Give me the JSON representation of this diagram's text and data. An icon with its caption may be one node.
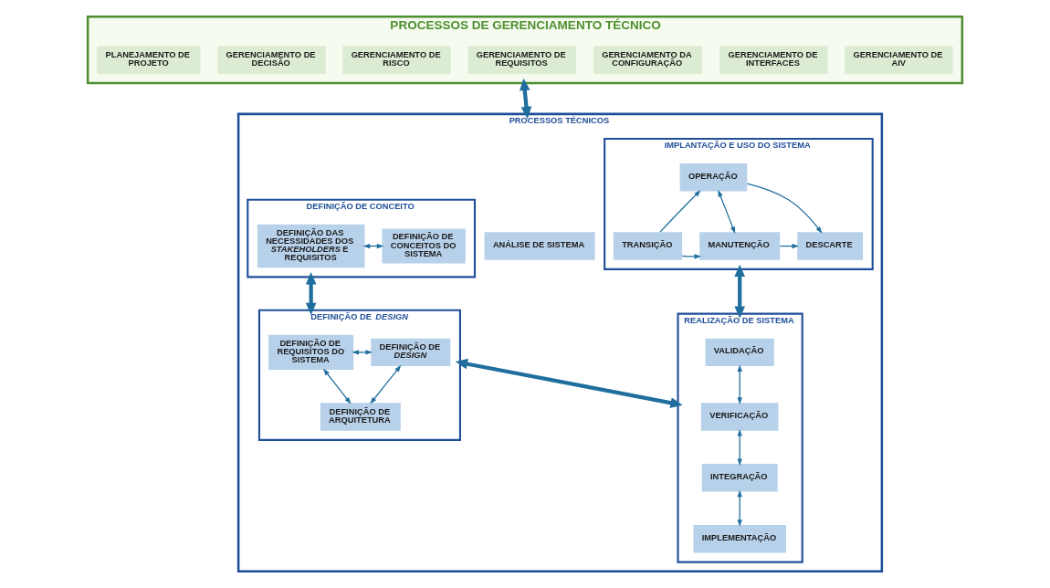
{
  "diagram": {
    "nodes": [
      {
        "text": [
          "PROCESSOS DE GERENCIAMENTO TÉCNICO"
        ]
      },
      {
        "text": [
          "PLANEJAMENTO DE PROJETO"
        ],
        "in": 0
      },
      {
        "text": [
          "GERENCIAMENTO DE DECISÃO"
        ],
        "in": 0
      },
      {
        "text": [
          "GERENCIAMENTO DE RISCO"
        ],
        "in": 0
      },
      {
        "text": [
          "GERENCIAMENTO DE REQUISITOS"
        ],
        "in": 0
      },
      {
        "text": [
          "GERENCIAMENTO DA CONFIGURAÇÃO"
        ],
        "in": 0
      },
      {
        "text": [
          "GERENCIAMENTO DE INTERFACES"
        ],
        "in": 0
      },
      {
        "text": [
          "GERENCIAMENTO DE AIV"
        ],
        "in": 0
      },
      {
        "text": [
          "PROCESSOS TÉCNICOS"
        ]
      },
      {
        "text": [
          "DEFINIÇÃO DE CONCEITO"
        ],
        "in": 8
      },
      {
        "text": [
          "DEFINIÇÃO DAS NECESSIDADES DOS *STAKEHOLDERS* E REQUISITOS"
        ],
        "in": 9
      },
      {
        "text": [
          "DEFINIÇÃO DE CONCEITOS DO SISTEMA"
        ],
        "in": 9
      },
      {
        "text": [
          "ANÁLISE DE SISTEMA"
        ],
        "in": 8
      },
      {
        "text": [
          "IMPLANTAÇÃO E USO DO SISTEMA"
        ],
        "in": 8
      },
      {
        "text": [
          "TRANSIÇÃO"
        ],
        "in": 13
      },
      {
        "text": [
          "OPERAÇÃO"
        ],
        "in": 13
      },
      {
        "text": [
          "MANUTENÇÃO"
        ],
        "in": 13
      },
      {
        "text": [
          "DESCARTE"
        ],
        "in": 13
      },
      {
        "text": [
          "DEFINIÇÃO DE *DESIGN*"
        ],
        "in": 8
      },
      {
        "text": [
          "DEFINIÇÃO DE REQUISITOS DO SISTEMA"
        ],
        "in": 18
      },
      {
        "text": [
          "DEFINIÇÃO DE *DESIGN*"
        ],
        "in": 18
      },
      {
        "text": [
          "DEFINIÇÃO DE ARQUITETURA"
        ],
        "in": 18
      },
      {
        "text": [
          "REALIZAÇÃO DE SISTEMA"
        ],
        "in": 8
      },
      {
        "text": [
          "VALIDAÇÃO"
        ],
        "in": 22
      },
      {
        "text": [
          "VERIFICAÇÃO"
        ],
        "in": 22
      },
      {
        "text": [
          "INTEGRAÇÃO"
        ],
        "in": 22
      },
      {
        "text": [
          "IMPLEMENTAÇÃO"
        ],
        "in": 22
      }
    ],
    "edges": [
      {
        "from": 0,
        "to": 8,
        "arrow": "both",
        "style": "thick"
      },
      {
        "from": 10,
        "to": 11,
        "arrow": "both"
      },
      {
        "from": 9,
        "to": 18,
        "arrow": "both",
        "style": "thick"
      },
      {
        "from": 13,
        "to": 22,
        "arrow": "both",
        "style": "thick"
      },
      {
        "from": 18,
        "to": 22,
        "arrow": "both",
        "style": "thick"
      },
      {
        "from": 19,
        "to": 20,
        "arrow": "both"
      },
      {
        "from": 19,
        "to": 21,
        "arrow": "both"
      },
      {
        "from": 20,
        "to": 21,
        "arrow": "both"
      },
      {
        "from": 14,
        "to": 15,
        "arrow": "to"
      },
      {
        "from": 14,
        "to": 16,
        "arrow": "to"
      },
      {
        "from": 15,
        "to": 16,
        "arrow": "both"
      },
      {
        "from": 15,
        "to": 17,
        "arrow": "to"
      },
      {
        "from": 16,
        "to": 17,
        "arrow": "to"
      },
      {
        "from": 23,
        "to": 24,
        "arrow": "both"
      },
      {
        "from": 24,
        "to": 25,
        "arrow": "both"
      },
      {
        "from": 25,
        "to": 26,
        "arrow": "both"
      }
    ]
  }
}
